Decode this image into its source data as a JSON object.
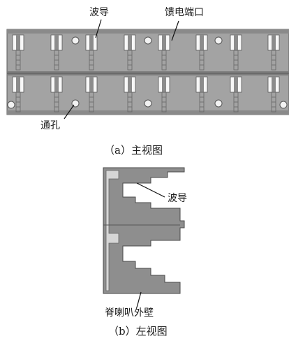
{
  "figure_a": {
    "labels": {
      "waveguide": "波导",
      "feed_port": "馈电端口",
      "through_hole": "通孔"
    },
    "caption": "（a）主视图"
  },
  "figure_b": {
    "labels": {
      "waveguide": "波导",
      "ridge_horn_wall": "脊喇叭外壁"
    },
    "caption": "（b）左视图"
  },
  "colors": {
    "metal": "#9c9c9c",
    "metal_dark": "#6e6e6e",
    "metal_light": "#c8c8c8",
    "background": "#ffffff"
  }
}
